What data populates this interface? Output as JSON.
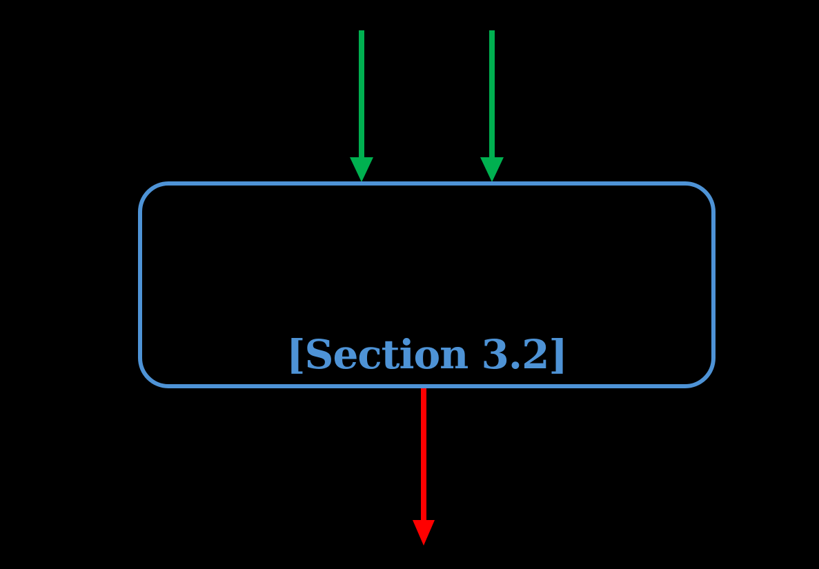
{
  "canvas": {
    "background": "#000000"
  },
  "node": {
    "label": "[Section 3.2]",
    "border_color": "#4E93D6",
    "label_color": "#4E93D6",
    "shape": "rounded-rectangle"
  },
  "arrows": {
    "input_left": {
      "direction": "down",
      "color": "#00B050"
    },
    "input_right": {
      "direction": "down",
      "color": "#00B050"
    },
    "output": {
      "direction": "down",
      "color": "#FF0000"
    }
  }
}
